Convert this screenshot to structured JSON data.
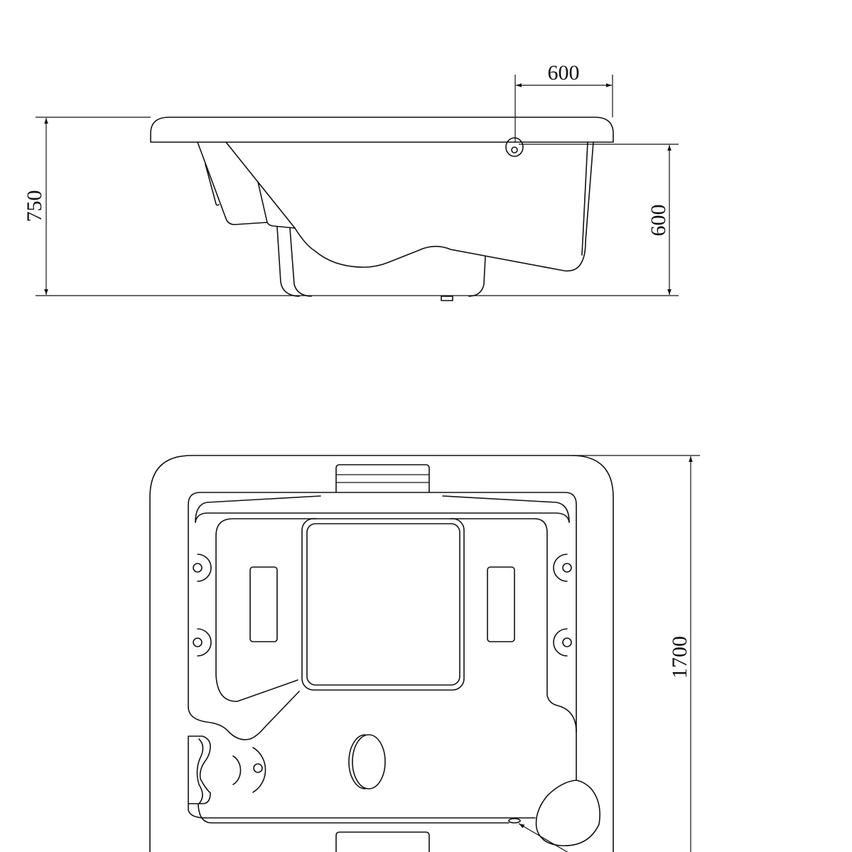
{
  "drawing": {
    "side_view": {
      "total_height_label": "750",
      "tub_depth_label": "600",
      "offset_width_label": "600"
    },
    "plan_view": {
      "length_label": "1700"
    },
    "line_color": "#111111",
    "background_color": "#ffffff"
  }
}
